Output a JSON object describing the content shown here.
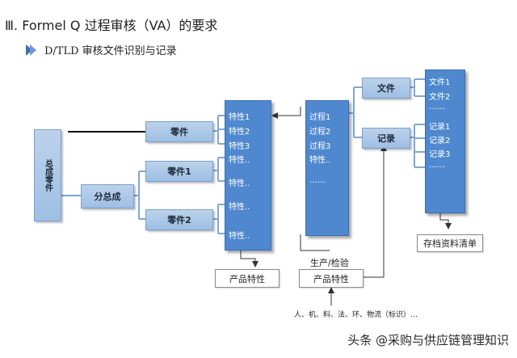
{
  "header": {
    "title": "Ⅲ. Formel Q 过程审核（VA）的要求",
    "subtitle": "D/TLD 审核文件识别与记录"
  },
  "diagram": {
    "assembly": "总成零件",
    "subassembly": "分总成",
    "part": "零件",
    "part1": "零件1",
    "part2": "零件2",
    "feature_column": [
      "特性1",
      "特性2",
      "特性3",
      "特性..",
      "特性..",
      "特性..",
      "特性.."
    ],
    "product_feature_label": "产品特性",
    "process_column": [
      "过程1",
      "过程2",
      "过程3",
      "特性..",
      "……"
    ],
    "production_label": "生产/检验",
    "production_feature_box": "产品特性",
    "factors": "人、机、料、法、环、物流（标识）…",
    "file_node": "文件",
    "record_node": "记录",
    "docs_column": [
      "文件1",
      "文件2",
      "……",
      "记录1",
      "记录2",
      "记录3",
      "……"
    ],
    "archive_list": "存档资料清单"
  },
  "watermark": "头条 @采购与供应链管理知识",
  "colors": {
    "light_box": "#a9c6e7",
    "dark_box": "#4f88cf",
    "connector": "#7ea7d6"
  }
}
